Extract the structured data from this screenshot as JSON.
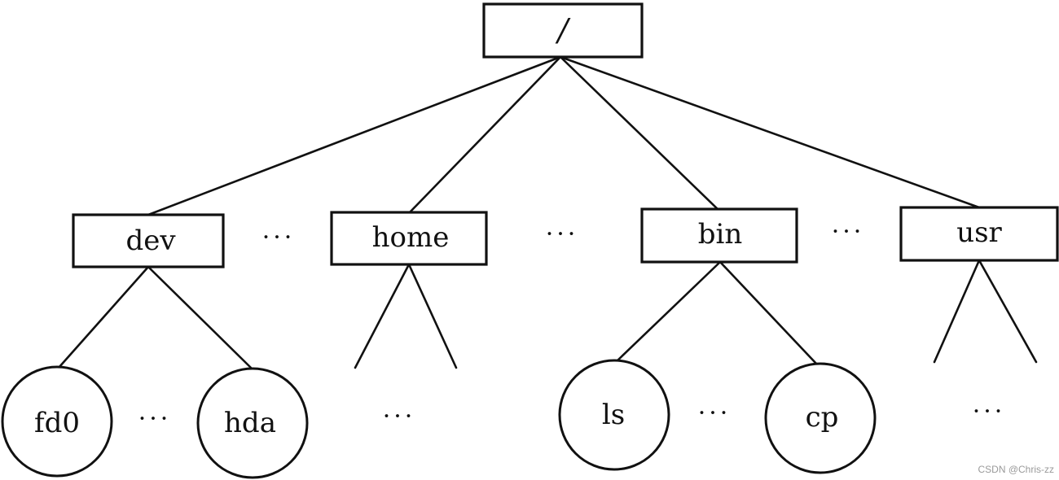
{
  "diagram": {
    "root": {
      "label": "/"
    },
    "directories": [
      {
        "id": "dev",
        "label": "dev"
      },
      {
        "id": "home",
        "label": "home"
      },
      {
        "id": "bin",
        "label": "bin"
      },
      {
        "id": "usr",
        "label": "usr"
      }
    ],
    "files": [
      {
        "id": "fd0",
        "label": "fd0",
        "parent": "dev"
      },
      {
        "id": "hda",
        "label": "hda",
        "parent": "dev"
      },
      {
        "id": "ls",
        "label": "ls",
        "parent": "bin"
      },
      {
        "id": "cp",
        "label": "cp",
        "parent": "bin"
      }
    ],
    "ellipsis": "···"
  },
  "watermark": "CSDN @Chris-zz"
}
